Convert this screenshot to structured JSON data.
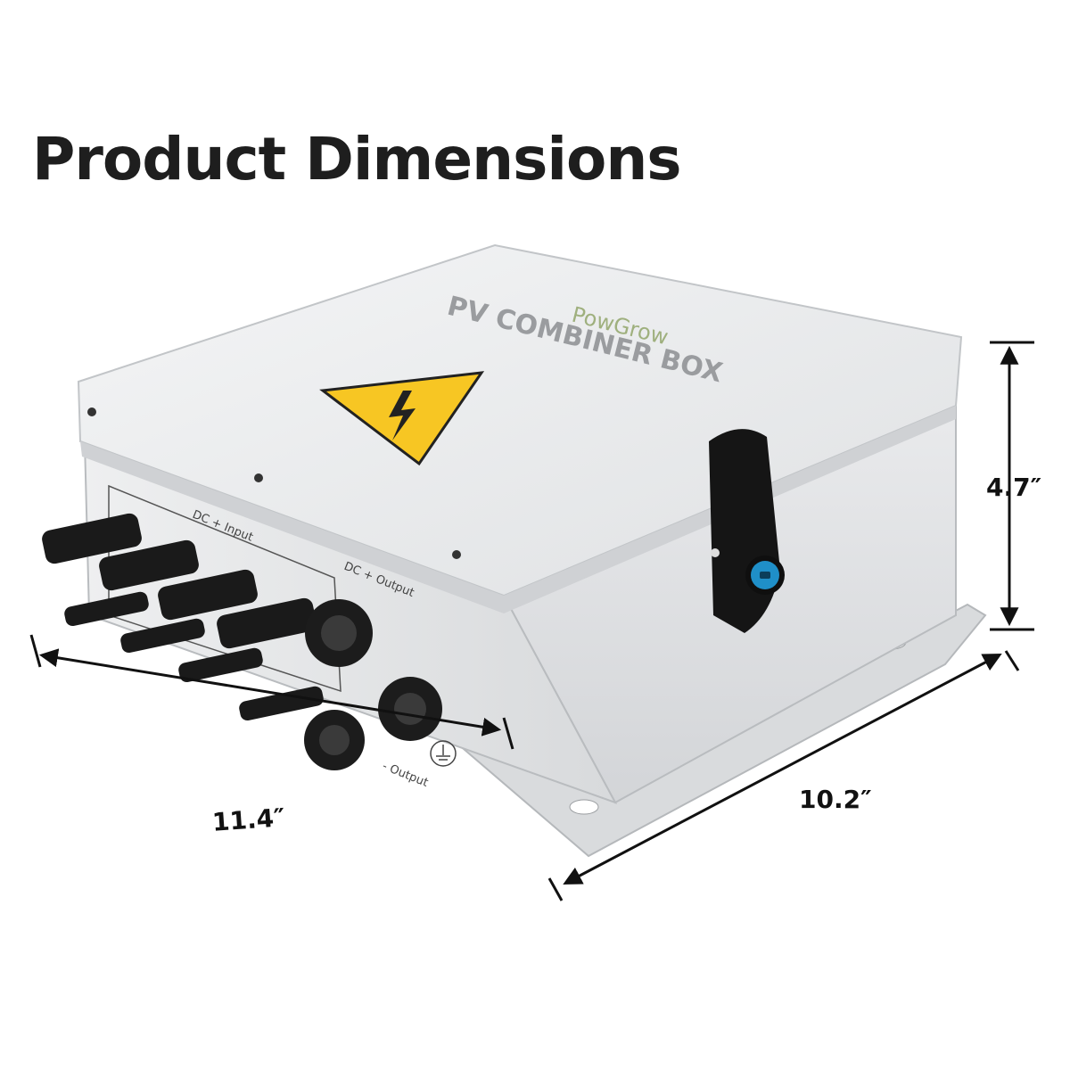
{
  "title": "Product Dimensions",
  "brand": "PowGrow",
  "product_label": "PV COMBINER BOX",
  "panel_labels": {
    "dc_input": "DC + Input",
    "dc_output": "DC + Output",
    "dc_output_lower": "- Output"
  },
  "dimensions": {
    "height": "4.7″",
    "width": "11.4″",
    "depth": "10.2″"
  },
  "colors": {
    "box_body": "#e6e7e9",
    "box_lid": "#f1f2f3",
    "warning": "#f7c623",
    "lock_accent": "#1f8fc8",
    "connector": "#1a1a1a"
  },
  "icons": [
    "warning-lightning-icon",
    "ground-icon",
    "lock-handle"
  ]
}
